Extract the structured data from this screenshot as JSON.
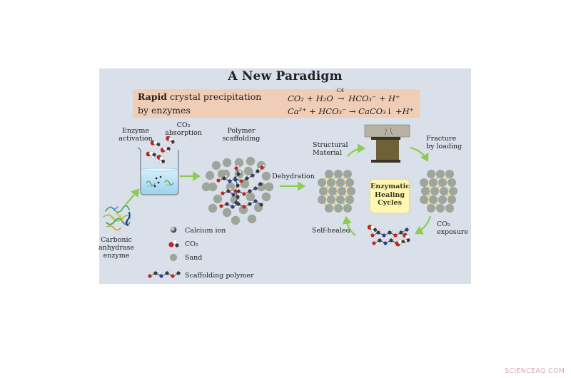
{
  "title": "A New Paradigm",
  "banner": {
    "line1_bold": "Rapid",
    "line1_rest": " crystal precipitation",
    "line2": "by enzymes",
    "eq1": "CO₂ + H₂O →ᶜᴬ HCO₃⁻ + H⁺",
    "eq1_left": "CO₂ + H₂O",
    "eq1_arrow_label": "CA",
    "eq1_right": "HCO₃⁻ + H⁺",
    "eq2": "Ca²⁺ + HCO₃⁻ → CaCO₃↓ +H⁺"
  },
  "labels": {
    "enzyme_activation_1": "Enzyme",
    "enzyme_activation_2": "activation",
    "co2_absorption_1": "CO₂",
    "co2_absorption_2": "absorption",
    "polymer_scaffolding_1": "Polymer",
    "polymer_scaffolding_2": "scaffolding",
    "dehydration": "Dehydration",
    "carbonic_1": "Carbonic",
    "carbonic_2": "anhydrase",
    "carbonic_3": "enzyme",
    "structural_1": "Structural",
    "structural_2": "Material",
    "fracture_1": "Fracture",
    "fracture_2": "by loading",
    "co2_exposure_1": "CO₂",
    "co2_exposure_2": "exposure",
    "self_healed": "Self-healed",
    "cycle_1": "Enzymatic",
    "cycle_2": "Healing",
    "cycle_3": "Cycles"
  },
  "legend": {
    "calcium": "Calcium ion",
    "co2": "CO₂",
    "sand": "Sand",
    "polymer": "Scaffolding polymer"
  },
  "watermark": "SCIENCEAQ.COM",
  "colors": {
    "panel": "#d9e0e9",
    "banner": "#efcdb6",
    "arrow": "#8ccc52",
    "sand": "#9ea69b",
    "crystal": "#f2c23a",
    "oxygen": "#c0281f",
    "carbon": "#3a3a3a",
    "hydrogen": "#ffffff",
    "nitrogen": "#2b3f8f"
  }
}
